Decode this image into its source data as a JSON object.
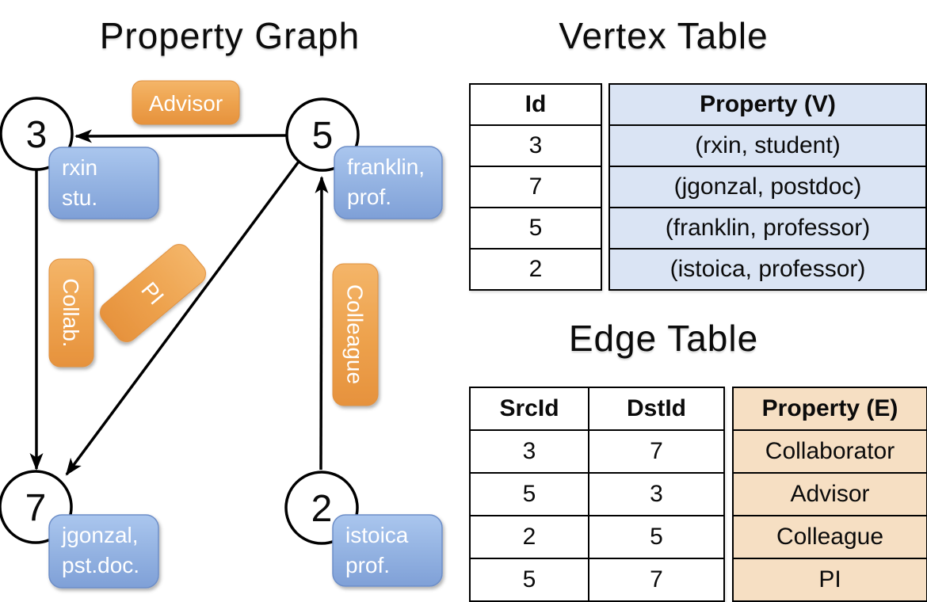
{
  "graph": {
    "title": "Property Graph",
    "vertices": [
      {
        "id": "3",
        "line1": "rxin",
        "line2": "stu."
      },
      {
        "id": "5",
        "line1": "franklin,",
        "line2": "prof."
      },
      {
        "id": "7",
        "line1": "jgonzal,",
        "line2": "pst.doc."
      },
      {
        "id": "2",
        "line1": "istoica",
        "line2": "prof."
      }
    ],
    "edge_labels": {
      "advisor": "Advisor",
      "collab": "Collab.",
      "pi": "PI",
      "colleague": "Colleague"
    }
  },
  "vertex_table": {
    "title": "Vertex Table",
    "columns": {
      "id": "Id",
      "property": "Property (V)"
    },
    "rows": [
      {
        "id": "3",
        "property": "(rxin, student)"
      },
      {
        "id": "7",
        "property": "(jgonzal, postdoc)"
      },
      {
        "id": "5",
        "property": "(franklin, professor)"
      },
      {
        "id": "2",
        "property": "(istoica, professor)"
      }
    ]
  },
  "edge_table": {
    "title": "Edge Table",
    "columns": {
      "src": "SrcId",
      "dst": "DstId",
      "property": "Property (E)"
    },
    "rows": [
      {
        "src": "3",
        "dst": "7",
        "property": "Collaborator"
      },
      {
        "src": "5",
        "dst": "3",
        "property": "Advisor"
      },
      {
        "src": "2",
        "dst": "5",
        "property": "Colleague"
      },
      {
        "src": "5",
        "dst": "7",
        "property": "PI"
      }
    ]
  },
  "colors": {
    "vertex_box_blue_top": "#AAC6EE",
    "vertex_box_blue_bottom": "#7FA0D7",
    "edge_box_orange_top": "#F4B569",
    "edge_box_orange_bottom": "#E6923D",
    "vertex_table_property_bg": "#DAE4F4",
    "edge_table_property_bg": "#F6DFC3",
    "line_black": "#000000"
  }
}
